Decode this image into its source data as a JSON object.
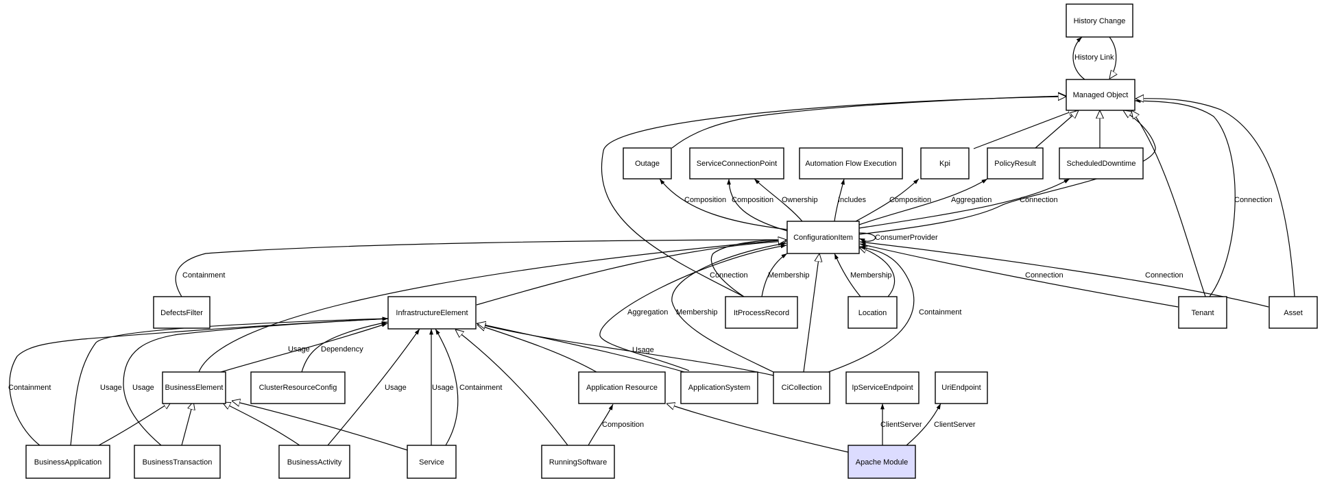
{
  "nodes": {
    "history_change": "History Change",
    "managed_object": "Managed Object",
    "outage": "Outage",
    "service_connection_point": "ServiceConnectionPoint",
    "automation_flow_execution": "Automation Flow Execution",
    "kpi": "Kpi",
    "policy_result": "PolicyResult",
    "scheduled_downtime": "ScheduledDowntime",
    "configuration_item": "ConfigurationItem",
    "defects_filter": "DefectsFilter",
    "infrastructure_element": "InfrastructureElement",
    "it_process_record": "ItProcessRecord",
    "location": "Location",
    "tenant": "Tenant",
    "asset": "Asset",
    "business_element": "BusinessElement",
    "cluster_resource_config": "ClusterResourceConfig",
    "application_resource": "Application Resource",
    "application_system": "ApplicationSystem",
    "ci_collection": "CiCollection",
    "ip_service_endpoint": "IpServiceEndpoint",
    "uri_endpoint": "UriEndpoint",
    "business_application": "BusinessApplication",
    "business_transaction": "BusinessTransaction",
    "business_activity": "BusinessActivity",
    "service": "Service",
    "running_software": "RunningSoftware",
    "apache_module": "Apache Module"
  },
  "edge_labels": {
    "history_link": "History Link",
    "composition_outage": "Composition",
    "composition_scp": "Composition",
    "ownership": "Ownership",
    "includes": "Includes",
    "composition_kpi": "Composition",
    "aggregation_policy": "Aggregation",
    "connection_downtime": "Connection",
    "consumer_provider": "ConsumerProvider",
    "connection_mo_tenant": "Connection",
    "containment_defects": "Containment",
    "connection_itpr": "Connection",
    "membership_itpr": "Membership",
    "membership_location": "Membership",
    "connection_tenant": "Connection",
    "connection_asset": "Connection",
    "aggregation_cicoll": "Aggregation",
    "membership_cicoll": "Membership",
    "containment_cicoll": "Containment",
    "usage_be": "Usage",
    "dependency": "Dependency",
    "usage_cicoll": "Usage",
    "containment_ba": "Containment",
    "usage_ba": "Usage",
    "usage_bt": "Usage",
    "usage_bact": "Usage",
    "usage_service": "Usage",
    "containment_service": "Containment",
    "composition_rs": "Composition",
    "clientserver_ip": "ClientServer",
    "clientserver_uri": "ClientServer"
  },
  "colors": {
    "highlight_fill": "#dcdcff",
    "stroke": "#000000"
  }
}
